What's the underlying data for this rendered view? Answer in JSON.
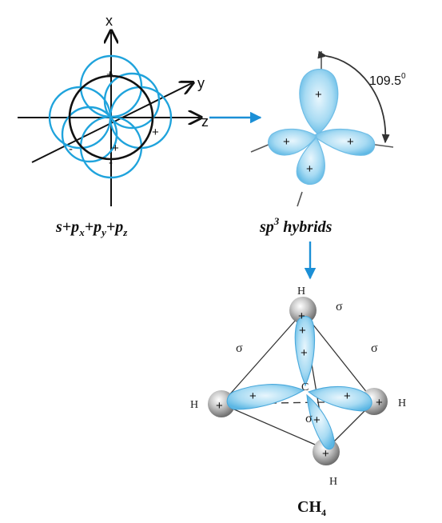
{
  "colors": {
    "orbital_blue": "#1fa3dc",
    "arrow_blue": "#1b8fd6",
    "lobe_fill": "#a9d9f1",
    "black": "#111111",
    "atom_gray": "#8c8c8c"
  },
  "left_panel": {
    "axis_x": "x",
    "axis_y": "y",
    "axis_z": "z",
    "signs": {
      "top": "+",
      "right": "+",
      "center": "+",
      "left": "-",
      "bottom": "-"
    },
    "caption": {
      "base": "s+p",
      "sub_x": "x",
      "plus1": "+p",
      "sub_y": "y",
      "plus2": "+p",
      "sub_z": "z"
    }
  },
  "right_panel": {
    "angle_label": "109.5",
    "angle_degree": "0",
    "signs": {
      "top": "+",
      "left": "+",
      "right": "+",
      "bottom": "+"
    },
    "caption": {
      "base": "sp",
      "sup": "3",
      "rest": " hybrids"
    }
  },
  "molecule": {
    "h_top": "H",
    "h_left": "H",
    "h_right": "H",
    "h_bottom": "H",
    "carbon": "C",
    "sigma_top_right": "σ",
    "sigma_left": "σ",
    "sigma_right": "σ",
    "sigma_center": "σ",
    "signs": {
      "h_top": "+",
      "lobe_up": "+",
      "lobe_up_lower": "+",
      "h_left": "+",
      "lobe_left": "+",
      "h_right": "+",
      "lobe_right": "+",
      "lobe_down": "+",
      "h_bottom": "+"
    },
    "caption": {
      "base": "CH",
      "sub": "4"
    }
  }
}
